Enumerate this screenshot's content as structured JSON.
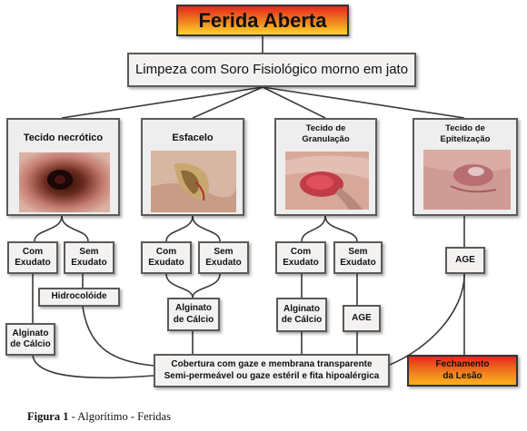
{
  "title": "Ferida Aberta",
  "limpeza": "Limpeza com Soro Fisiológico morno em jato",
  "tissues": [
    {
      "title": "Tecido necrótico",
      "photo": "necrotic-wound-photo"
    },
    {
      "title": "Esfacelo",
      "photo": "slough-wound-photo"
    },
    {
      "title": "Tecido de\nGranulação",
      "photo": "granulation-wound-photo"
    },
    {
      "title": "Tecido de\nEpitelização",
      "photo": "epithelialization-wound-photo"
    }
  ],
  "exudate": {
    "com": "Com\nExudato",
    "sem": "Sem\nExudato"
  },
  "treatments": {
    "hidrocoloide": "Hidrocolóide",
    "alginato": "Alginato\nde Cálcio",
    "age": "AGE"
  },
  "cobertura": "Cobertura com gaze e membrana  transparente\nSemi-permeável ou gaze estéril e fita hipoalérgica",
  "fechamento": "Fechamento\nda Lesão",
  "caption": {
    "label": "Figura 1",
    "text": " - Algorítimo - Feridas"
  },
  "colors": {
    "box_fill": "#f4f2f1",
    "box_border": "#5a5a5a",
    "connector": "#3a3a3a",
    "highlight_top": "#e6261e",
    "highlight_bottom": "#ffd42a"
  }
}
